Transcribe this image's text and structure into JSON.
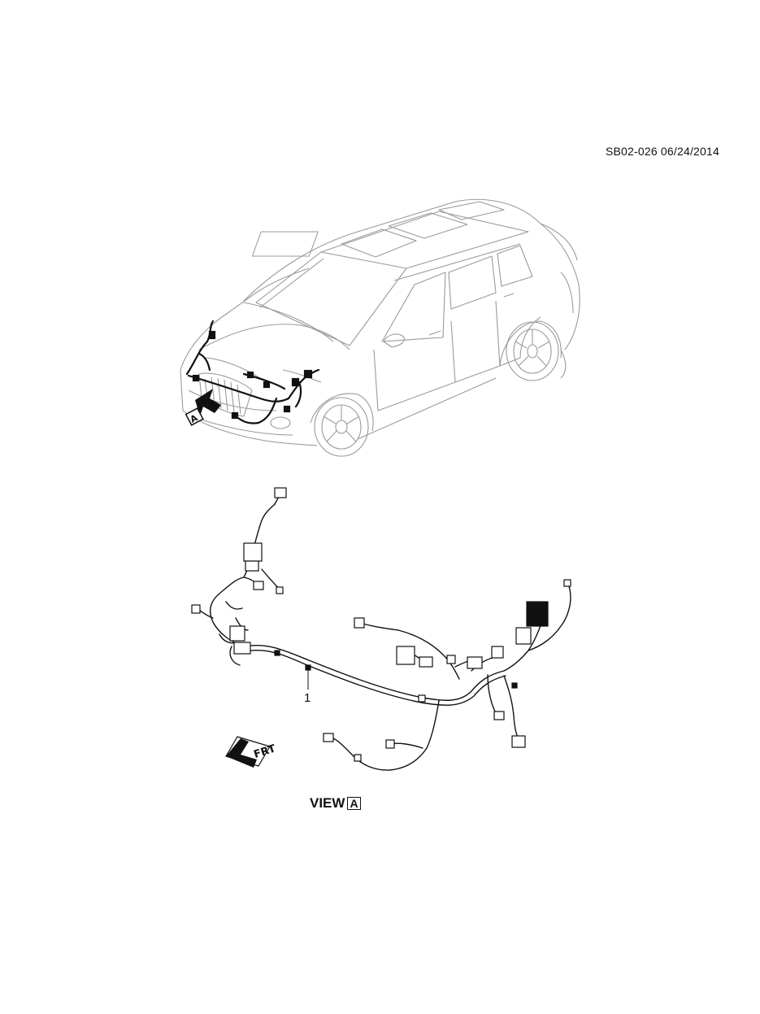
{
  "header": {
    "doc_id": "SB02-026 06/24/2014"
  },
  "car_view": {
    "view_marker": "A"
  },
  "harness": {
    "callout": "1",
    "front_marker": "FRT"
  },
  "footer": {
    "view_word": "VIEW",
    "view_marker": "A"
  }
}
